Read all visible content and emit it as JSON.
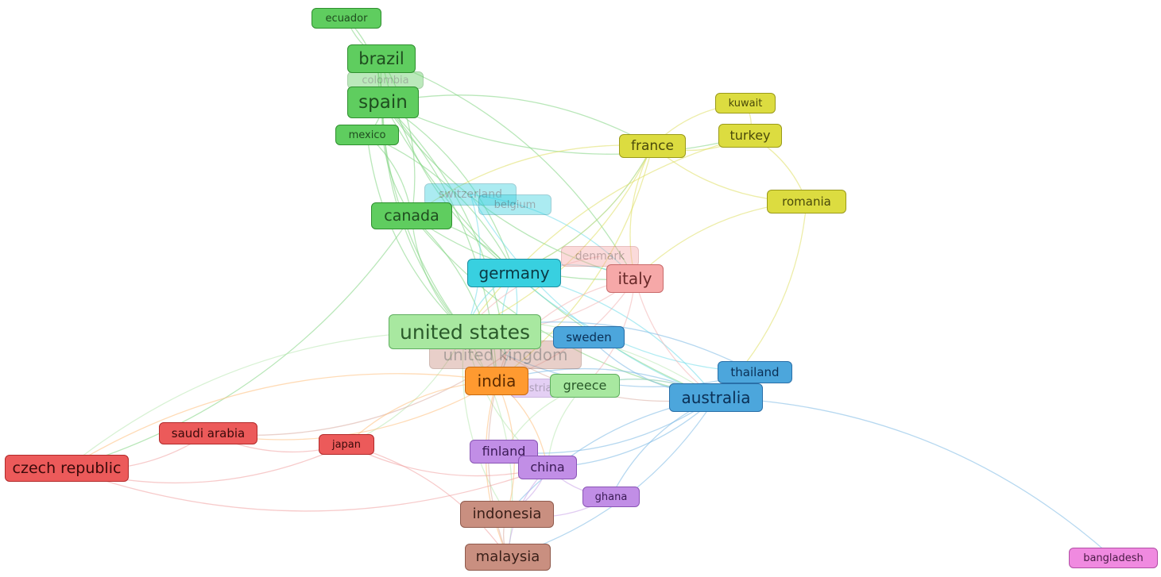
{
  "network": {
    "clusters": {
      "green": {
        "fill": "#5fcd5f",
        "border": "#2f8f2f",
        "text": "#1f4d1f",
        "edge": "#7fd37f"
      },
      "yellow": {
        "fill": "#dcdc40",
        "border": "#9a9a1a",
        "text": "#4a4a0a",
        "edge": "#dede60"
      },
      "cyan": {
        "fill": "#38d0e0",
        "border": "#1f8fa0",
        "text": "#0a3a45",
        "edge": "#6fdcea"
      },
      "pink": {
        "fill": "#f6a8a8",
        "border": "#c96a6a",
        "text": "#6a2a2a",
        "edge": "#f2b3b3"
      },
      "lgreen": {
        "fill": "#a8e8a0",
        "border": "#5fae5f",
        "text": "#2a5a2a",
        "edge": "#b8e8b0"
      },
      "blue": {
        "fill": "#4ca6dc",
        "border": "#2a6fa8",
        "text": "#0a2f55",
        "edge": "#7ab8e4"
      },
      "orange": {
        "fill": "#ff9a30",
        "border": "#c86a10",
        "text": "#5a2a00",
        "edge": "#ffbe7a"
      },
      "purple": {
        "fill": "#c18ee6",
        "border": "#8a55b5",
        "text": "#3a1a55",
        "edge": "#c8a2e8"
      },
      "red": {
        "fill": "#ec5a5a",
        "border": "#b22a2a",
        "text": "#3a0a0a",
        "edge": "#f0a0a0"
      },
      "brown": {
        "fill": "#c98f80",
        "border": "#8f5a4c",
        "text": "#3a1f18",
        "edge": "#d8aca0"
      },
      "magenta": {
        "fill": "#f08ae0",
        "border": "#b24ea6",
        "text": "#4a1a45",
        "edge": "#f0b0e8"
      }
    },
    "nodes": [
      {
        "id": "ecuador",
        "label": "ecuador",
        "cluster": "green"
      },
      {
        "id": "brazil",
        "label": "brazil",
        "cluster": "green"
      },
      {
        "id": "colombia",
        "label": "colombia",
        "cluster": "green",
        "faded": true
      },
      {
        "id": "spain",
        "label": "spain",
        "cluster": "green"
      },
      {
        "id": "mexico",
        "label": "mexico",
        "cluster": "green"
      },
      {
        "id": "canada",
        "label": "canada",
        "cluster": "green"
      },
      {
        "id": "switzerland",
        "label": "switzerland",
        "cluster": "cyan",
        "faded": true
      },
      {
        "id": "belgium",
        "label": "belgium",
        "cluster": "cyan",
        "faded": true
      },
      {
        "id": "germany",
        "label": "germany",
        "cluster": "cyan"
      },
      {
        "id": "kuwait",
        "label": "kuwait",
        "cluster": "yellow"
      },
      {
        "id": "turkey",
        "label": "turkey",
        "cluster": "yellow"
      },
      {
        "id": "france",
        "label": "france",
        "cluster": "yellow"
      },
      {
        "id": "romania",
        "label": "romania",
        "cluster": "yellow"
      },
      {
        "id": "denmark",
        "label": "denmark",
        "cluster": "pink",
        "faded": true
      },
      {
        "id": "italy",
        "label": "italy",
        "cluster": "pink"
      },
      {
        "id": "united-states",
        "label": "united states",
        "cluster": "lgreen"
      },
      {
        "id": "united-kingdom",
        "label": "united kingdom",
        "cluster": "brown",
        "faded": true
      },
      {
        "id": "sweden",
        "label": "sweden",
        "cluster": "blue"
      },
      {
        "id": "thailand",
        "label": "thailand",
        "cluster": "blue"
      },
      {
        "id": "australia",
        "label": "australia",
        "cluster": "blue"
      },
      {
        "id": "india",
        "label": "india",
        "cluster": "orange"
      },
      {
        "id": "greece",
        "label": "greece",
        "cluster": "lgreen"
      },
      {
        "id": "austria",
        "label": "austria",
        "cluster": "purple",
        "faded": true
      },
      {
        "id": "saudi-arabia",
        "label": "saudi arabia",
        "cluster": "red"
      },
      {
        "id": "japan",
        "label": "japan",
        "cluster": "red"
      },
      {
        "id": "czech-republic",
        "label": "czech republic",
        "cluster": "red"
      },
      {
        "id": "finland",
        "label": "finland",
        "cluster": "purple"
      },
      {
        "id": "china",
        "label": "china",
        "cluster": "purple"
      },
      {
        "id": "ghana",
        "label": "ghana",
        "cluster": "purple"
      },
      {
        "id": "indonesia",
        "label": "indonesia",
        "cluster": "brown"
      },
      {
        "id": "malaysia",
        "label": "malaysia",
        "cluster": "brown"
      },
      {
        "id": "bangladesh",
        "label": "bangladesh",
        "cluster": "magenta"
      }
    ],
    "edges": [
      [
        "ecuador",
        "brazil"
      ],
      [
        "ecuador",
        "spain"
      ],
      [
        "brazil",
        "spain"
      ],
      [
        "brazil",
        "canada"
      ],
      [
        "brazil",
        "germany"
      ],
      [
        "brazil",
        "italy"
      ],
      [
        "brazil",
        "united-states"
      ],
      [
        "spain",
        "mexico"
      ],
      [
        "spain",
        "canada"
      ],
      [
        "spain",
        "germany"
      ],
      [
        "spain",
        "italy"
      ],
      [
        "spain",
        "france"
      ],
      [
        "spain",
        "united-states"
      ],
      [
        "spain",
        "united-kingdom"
      ],
      [
        "spain",
        "australia"
      ],
      [
        "spain",
        "india"
      ],
      [
        "spain",
        "turkey"
      ],
      [
        "mexico",
        "canada"
      ],
      [
        "mexico",
        "united-states"
      ],
      [
        "mexico",
        "germany"
      ],
      [
        "canada",
        "united-states"
      ],
      [
        "canada",
        "germany"
      ],
      [
        "canada",
        "italy"
      ],
      [
        "canada",
        "czech-republic"
      ],
      [
        "canada",
        "australia"
      ],
      [
        "canada",
        "india"
      ],
      [
        "germany",
        "united-states"
      ],
      [
        "germany",
        "italy"
      ],
      [
        "germany",
        "united-kingdom"
      ],
      [
        "germany",
        "australia"
      ],
      [
        "germany",
        "france"
      ],
      [
        "germany",
        "india"
      ],
      [
        "germany",
        "thailand"
      ],
      [
        "switzerland",
        "united-states"
      ],
      [
        "switzerland",
        "australia"
      ],
      [
        "switzerland",
        "italy"
      ],
      [
        "france",
        "turkey"
      ],
      [
        "france",
        "kuwait"
      ],
      [
        "france",
        "italy"
      ],
      [
        "france",
        "united-states"
      ],
      [
        "france",
        "romania"
      ],
      [
        "france",
        "germany"
      ],
      [
        "france",
        "canada"
      ],
      [
        "france",
        "india"
      ],
      [
        "turkey",
        "kuwait"
      ],
      [
        "turkey",
        "romania"
      ],
      [
        "turkey",
        "united-states"
      ],
      [
        "romania",
        "australia"
      ],
      [
        "romania",
        "italy"
      ],
      [
        "italy",
        "united-states"
      ],
      [
        "italy",
        "australia"
      ],
      [
        "italy",
        "india"
      ],
      [
        "italy",
        "united-kingdom"
      ],
      [
        "italy",
        "greece"
      ],
      [
        "denmark",
        "united-states"
      ],
      [
        "united-states",
        "united-kingdom"
      ],
      [
        "united-states",
        "india"
      ],
      [
        "united-states",
        "australia"
      ],
      [
        "united-states",
        "china"
      ],
      [
        "united-states",
        "sweden"
      ],
      [
        "united-states",
        "czech-republic"
      ],
      [
        "united-states",
        "japan"
      ],
      [
        "united-states",
        "indonesia"
      ],
      [
        "united-states",
        "malaysia"
      ],
      [
        "united-kingdom",
        "australia"
      ],
      [
        "united-kingdom",
        "india"
      ],
      [
        "united-kingdom",
        "malaysia"
      ],
      [
        "united-kingdom",
        "saudi-arabia"
      ],
      [
        "sweden",
        "australia"
      ],
      [
        "thailand",
        "australia"
      ],
      [
        "thailand",
        "united-states"
      ],
      [
        "thailand",
        "united-kingdom"
      ],
      [
        "australia",
        "india"
      ],
      [
        "australia",
        "china"
      ],
      [
        "australia",
        "ghana"
      ],
      [
        "australia",
        "bangladesh"
      ],
      [
        "australia",
        "indonesia"
      ],
      [
        "australia",
        "malaysia"
      ],
      [
        "australia",
        "greece"
      ],
      [
        "australia",
        "finland"
      ],
      [
        "india",
        "japan"
      ],
      [
        "india",
        "saudi-arabia"
      ],
      [
        "india",
        "czech-republic"
      ],
      [
        "india",
        "indonesia"
      ],
      [
        "india",
        "malaysia"
      ],
      [
        "india",
        "china"
      ],
      [
        "greece",
        "china"
      ],
      [
        "greece",
        "australia"
      ],
      [
        "greece",
        "finland"
      ],
      [
        "saudi-arabia",
        "czech-republic"
      ],
      [
        "saudi-arabia",
        "japan"
      ],
      [
        "japan",
        "czech-republic"
      ],
      [
        "japan",
        "china"
      ],
      [
        "japan",
        "malaysia"
      ],
      [
        "czech-republic",
        "china"
      ],
      [
        "finland",
        "china"
      ],
      [
        "china",
        "ghana"
      ],
      [
        "china",
        "indonesia"
      ],
      [
        "china",
        "malaysia"
      ],
      [
        "ghana",
        "indonesia"
      ],
      [
        "indonesia",
        "malaysia"
      ]
    ]
  }
}
